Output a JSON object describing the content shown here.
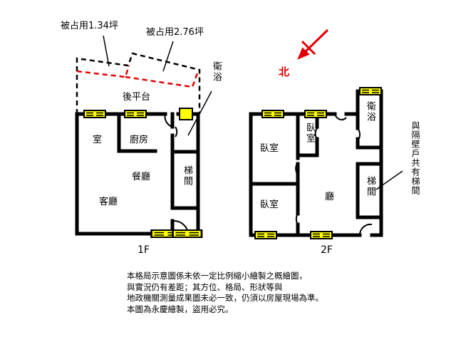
{
  "annotations": {
    "occupied_a": "被占用1.34坪",
    "occupied_b": "被占用2.76坪",
    "rear_platform": "後平台",
    "bathroom_1f": "衛浴",
    "shared_stair_note": "與隔壁戶共有梯間"
  },
  "north": {
    "label": "北",
    "color": "#e00000"
  },
  "floor_1f": {
    "title": "1F",
    "rooms": {
      "room": "室",
      "kitchen": "廚房",
      "dining": "餐廳",
      "living": "客廳",
      "stair": "梯間"
    }
  },
  "floor_2f": {
    "title": "2F",
    "rooms": {
      "bedroom_left_top": "臥室",
      "bedroom_small": "臥室",
      "bedroom_left_bottom": "臥室",
      "hall": "廳",
      "bathroom": "衛浴",
      "stair": "梯間"
    }
  },
  "disclaimer": [
    "本格局示意圖係未依一定比例縮小繪製之概繪圖，",
    "與實況仍有差距；其方位、格局、形狀等與",
    "地政機關測量成果圖未必一致，仍須以房屋現場為準。",
    "本圖為永慶繪製，盜用必究。"
  ],
  "colors": {
    "window": "#ffff00",
    "occupied_line": "#e00000",
    "wall": "#000000"
  }
}
